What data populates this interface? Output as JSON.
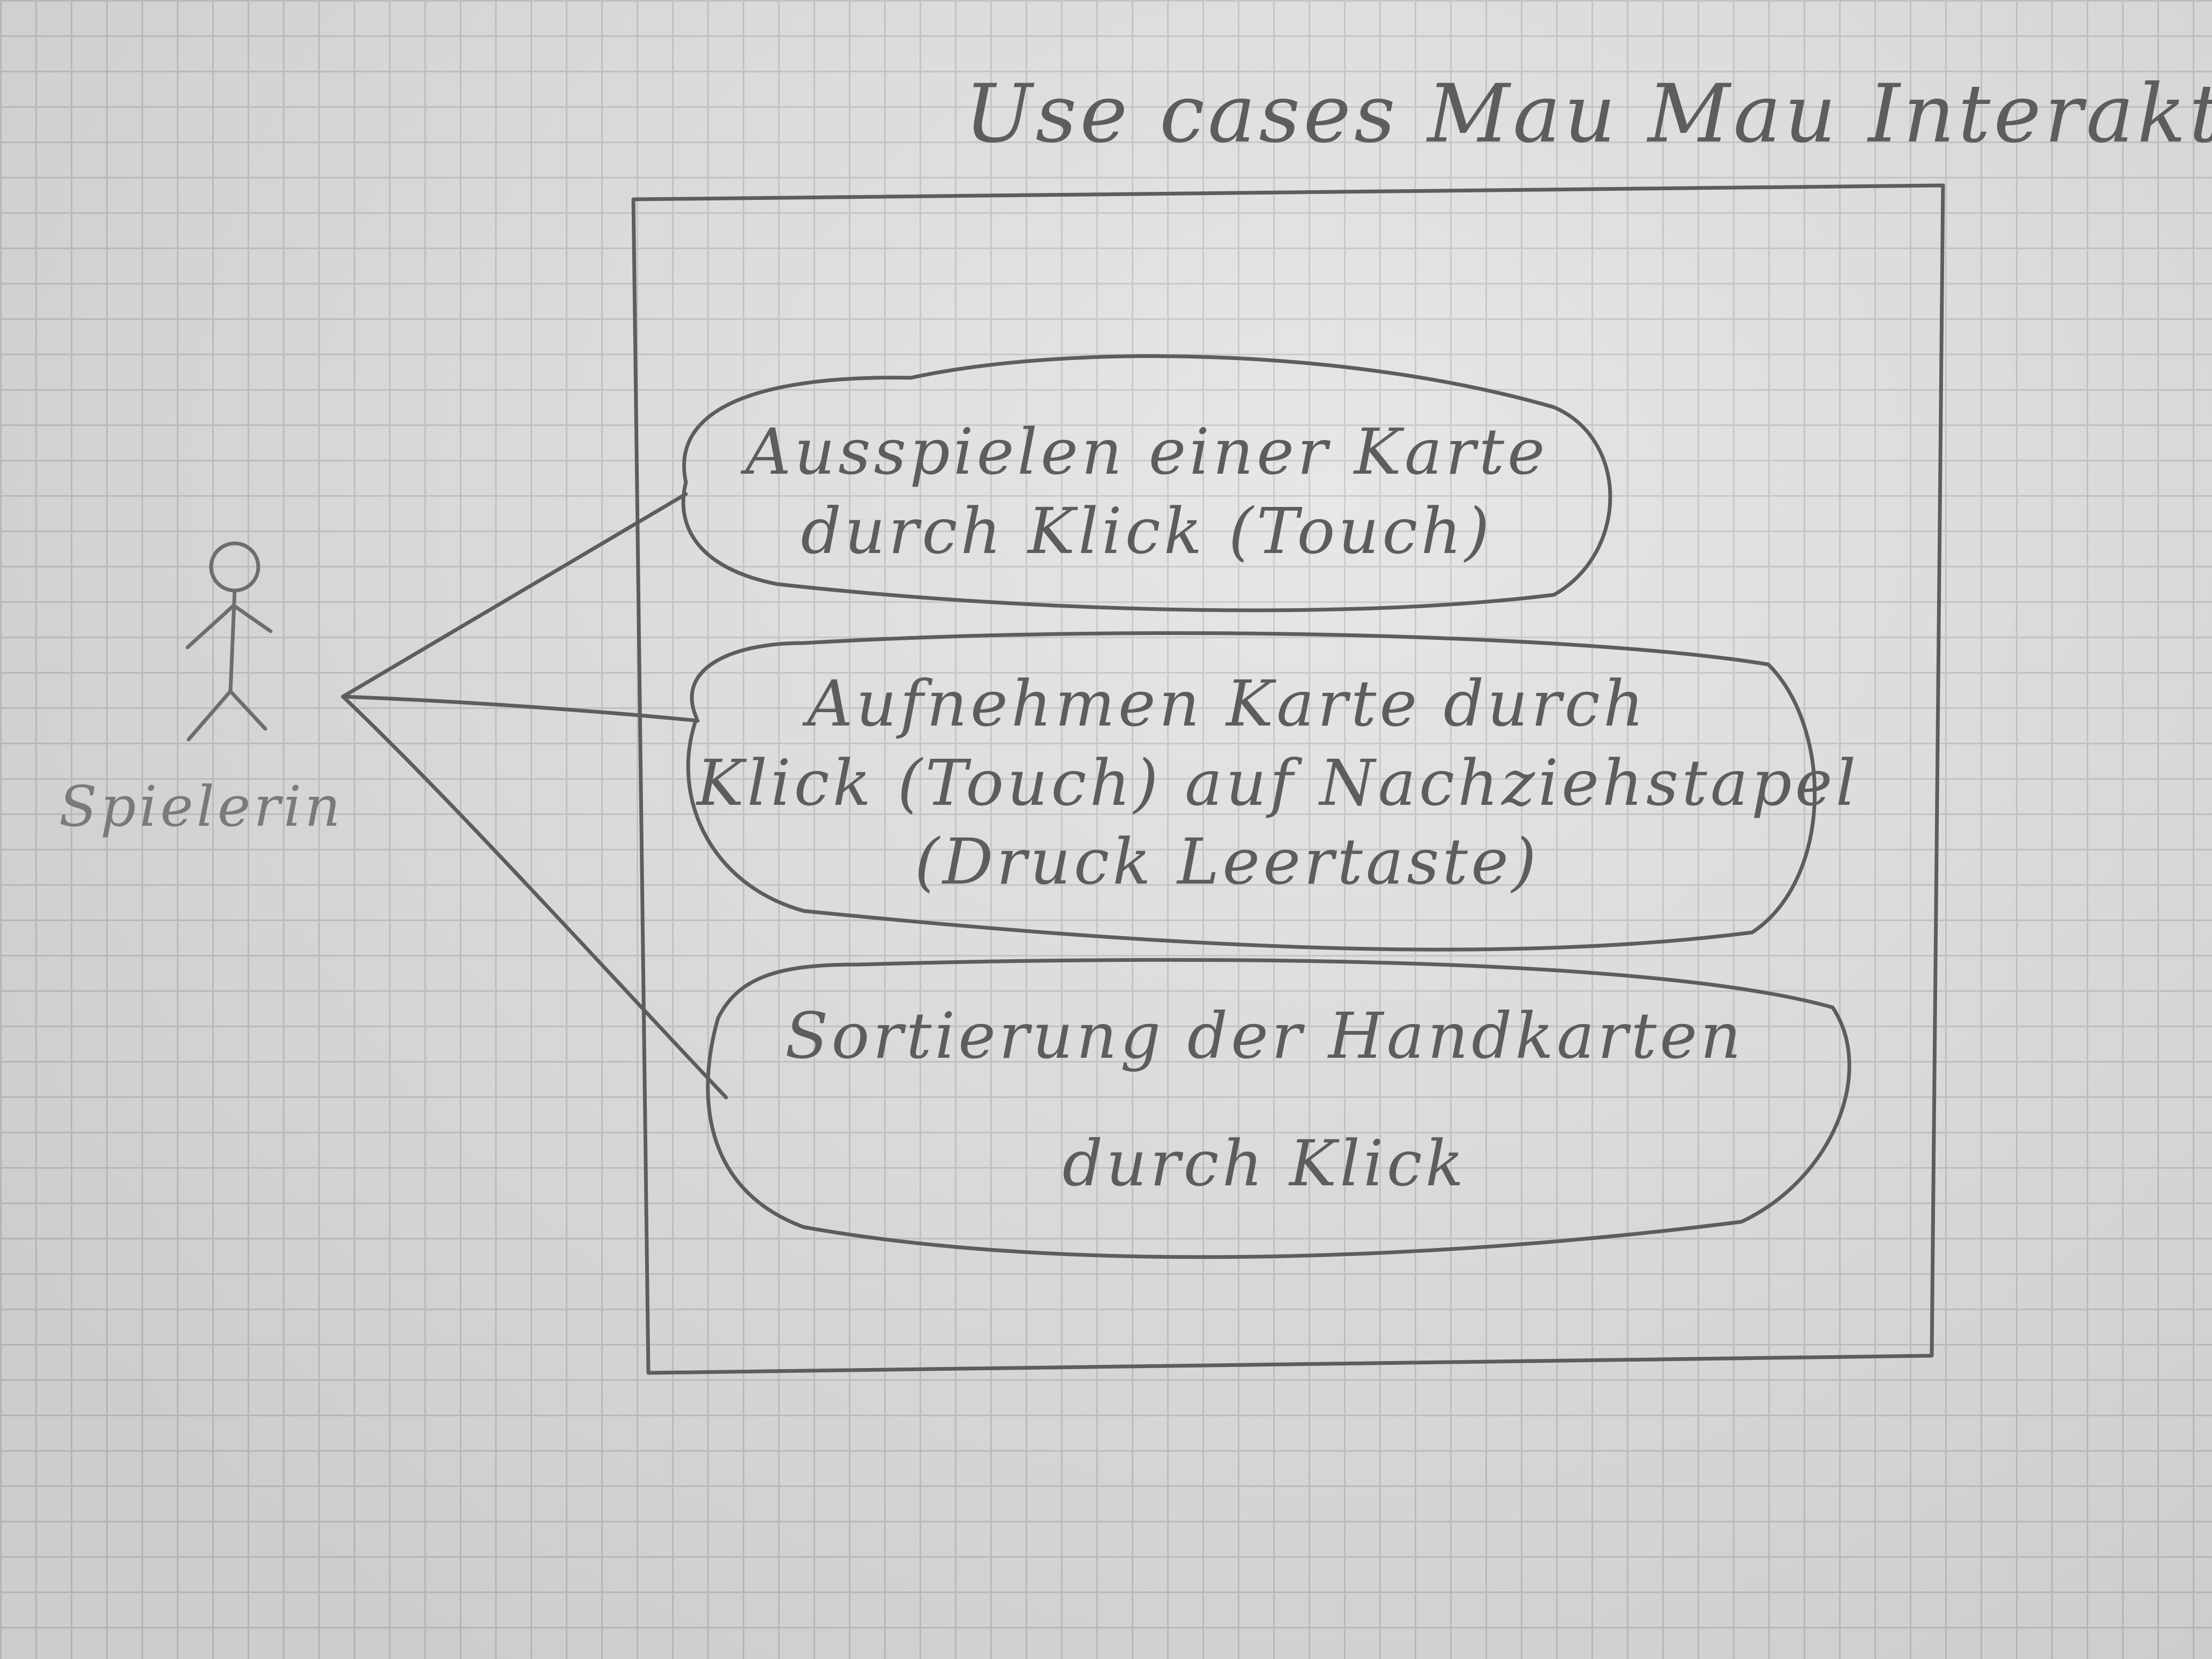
{
  "diagram": {
    "title": "Use cases Mau Mau Interaktiv",
    "actor": {
      "label": "Spielerin",
      "icon": "stick-figure-icon"
    },
    "system_boundary": {
      "label": ""
    },
    "use_cases": [
      {
        "lines": [
          "Ausspielen einer Karte",
          "durch Klick (Touch)"
        ]
      },
      {
        "lines": [
          "Aufnehmen Karte durch",
          "Klick (Touch) auf Nachziehstapel",
          "(Druck Leertaste)"
        ]
      },
      {
        "lines": [
          "Sortierung der Handkarten",
          "durch Klick"
        ]
      }
    ],
    "associations": [
      {
        "from": "Spielerin",
        "to": 0
      },
      {
        "from": "Spielerin",
        "to": 1
      },
      {
        "from": "Spielerin",
        "to": 2
      }
    ]
  },
  "colors": {
    "paper": "#e4e5e3",
    "grid": "#c7c9c7",
    "pencil": "#5d5d5d"
  }
}
